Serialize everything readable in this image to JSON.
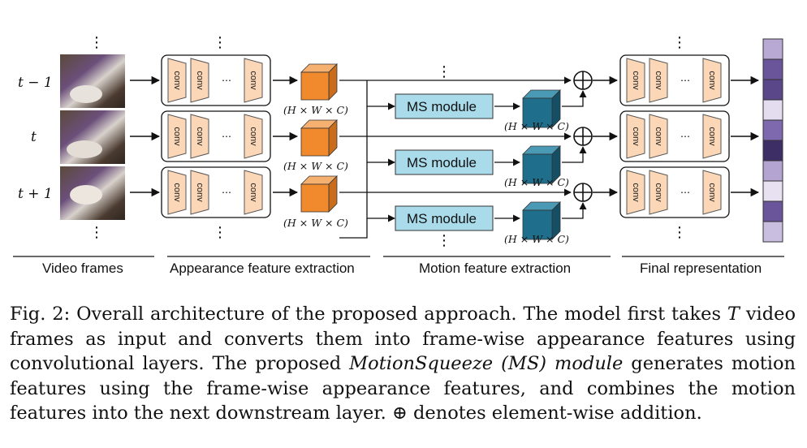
{
  "figure": {
    "row_labels": [
      "t − 1",
      "t",
      "t + 1"
    ],
    "conv_label": "conv",
    "ellipsis": "⋯",
    "vdots": "⋮",
    "feature_dim": "(H × W × C)",
    "ms_module": "MS module",
    "plus": "⊕",
    "sections": [
      "Video frames",
      "Appearance feature extraction",
      "Motion feature extraction",
      "Final representation"
    ],
    "colors": {
      "appearance_cube": "#f08a2c",
      "motion_cube": "#1f6f8c",
      "conv_fill": "#fbd7b7",
      "ms_fill": "#a9dbea",
      "final_vector": [
        "#b8a8d4",
        "#6a559a",
        "#5a4789",
        "#e4dcef",
        "#7e69af",
        "#3e2e66",
        "#b4a4d2",
        "#e8e1f2",
        "#6a559a",
        "#c9bde0"
      ]
    }
  },
  "caption": {
    "fig_label": "Fig. 2:",
    "text_a": "Overall architecture of the proposed approach. The model first takes",
    "var_T": "T",
    "text_b": "video frames as input and converts them into frame-wise appearance features using convolutional layers. The proposed",
    "module_name": "MotionSqueeze (MS) module",
    "text_c": "generates motion features using the frame-wise appearance features, and combines the motion features into the next downstream layer.",
    "plus_symbol": "⊕",
    "text_d": "denotes element-wise addition."
  }
}
